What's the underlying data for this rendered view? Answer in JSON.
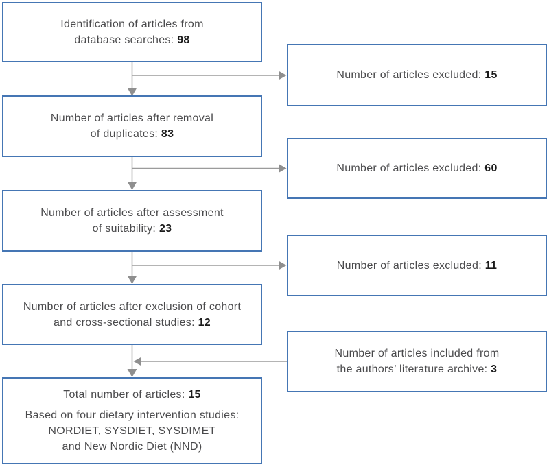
{
  "diagram": {
    "type": "flowchart",
    "description": "Article selection flow diagram",
    "colors": {
      "box_border": "#4576b4",
      "box_fill": "#ffffff",
      "arrow": "#9b9b9b",
      "text": "#4a4a4c",
      "number": "#1b1b1b"
    },
    "main_flow": [
      {
        "lines": [
          "Identification of articles from",
          "database searches: "
        ],
        "count": "98"
      },
      {
        "lines": [
          "Number of articles after removal",
          "of duplicates: "
        ],
        "count": "83"
      },
      {
        "lines": [
          "Number of articles after assessment",
          "of suitability: "
        ],
        "count": "23"
      },
      {
        "lines": [
          "Number of articles after exclusion of cohort",
          "and cross-sectional studies: "
        ],
        "count": "12"
      }
    ],
    "final_box": {
      "total_label": "Total number of articles: ",
      "total_count": "15",
      "detail_lines": [
        "Based on four dietary intervention studies:",
        "NORDIET, SYSDIET, SYSDIMET",
        "and New Nordic Diet (NND)"
      ]
    },
    "side_boxes": [
      {
        "direction": "out",
        "lines": [
          "Number of articles excluded: "
        ],
        "count": "15"
      },
      {
        "direction": "out",
        "lines": [
          "Number of articles excluded: "
        ],
        "count": "60"
      },
      {
        "direction": "out",
        "lines": [
          "Number of articles excluded: "
        ],
        "count": "11"
      },
      {
        "direction": "in",
        "lines": [
          "Number of articles included from",
          "the authors’ literature archive: "
        ],
        "count": "3"
      }
    ]
  }
}
